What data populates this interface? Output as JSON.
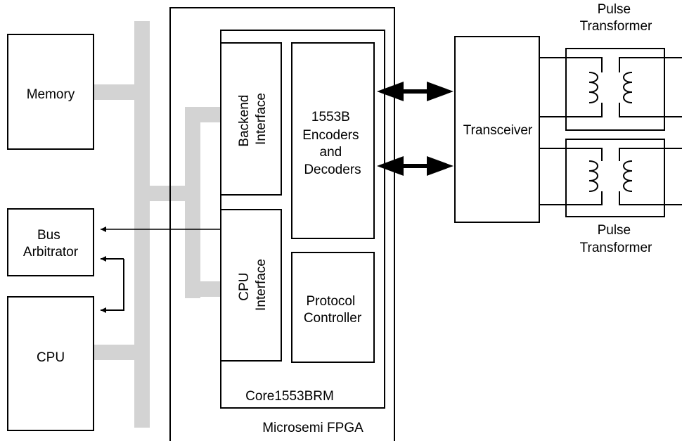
{
  "labels": {
    "memory": "Memory",
    "bus_arbitrator": [
      "Bus",
      "Arbitrator"
    ],
    "cpu": "CPU",
    "backend_interface": [
      "Backend",
      "Interface"
    ],
    "cpu_interface": [
      "CPU",
      "Interface"
    ],
    "encoders_decoders": [
      "1553B",
      "Encoders",
      "and",
      "Decoders"
    ],
    "protocol_controller": [
      "Protocol",
      "Controller"
    ],
    "core": "Core1553BRM",
    "fpga": "Microsemi FPGA",
    "transceiver": "Transceiver",
    "pulse_transformer_top": [
      "Pulse",
      "Transformer"
    ],
    "pulse_transformer_bottom": [
      "Pulse",
      "Transformer"
    ]
  },
  "colors": {
    "bus": "#d3d3d3",
    "line": "#000000",
    "background": "#ffffff"
  }
}
